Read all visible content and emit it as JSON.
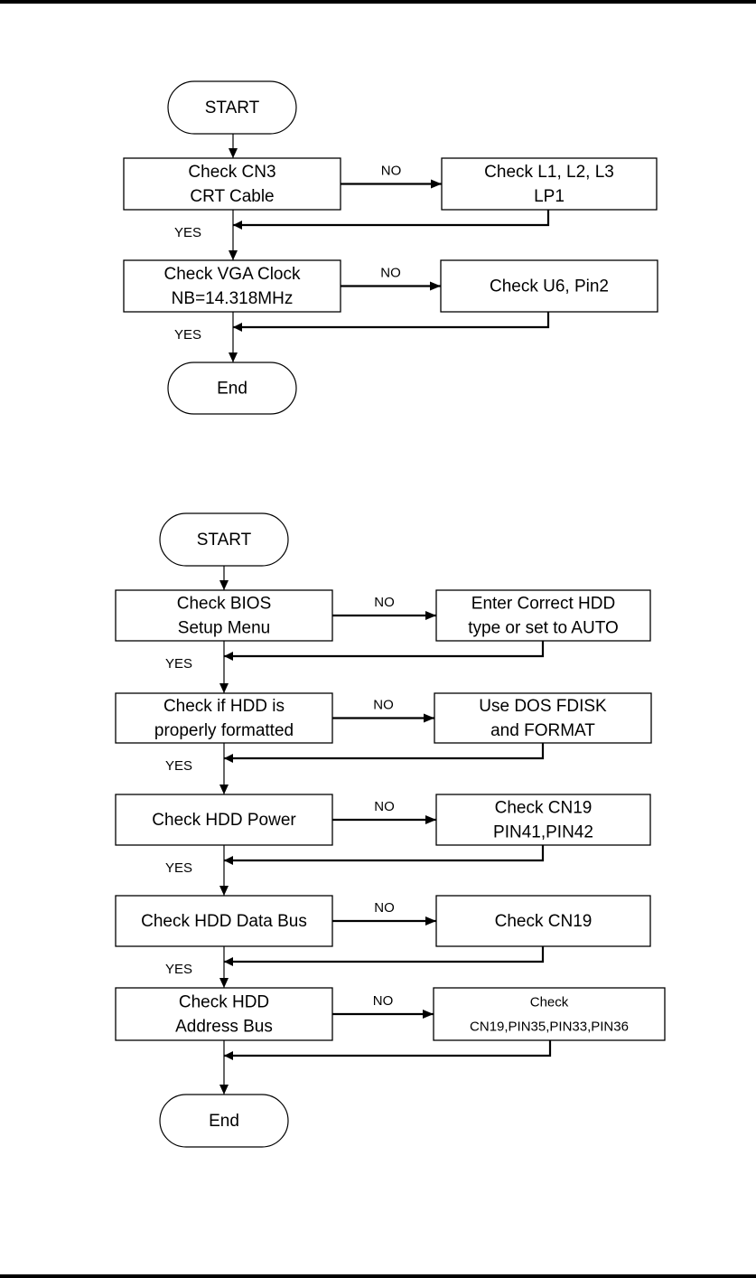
{
  "flowcharts": [
    {
      "start_label": "START",
      "end_label": "End",
      "yes_label": "YES",
      "no_label": "NO",
      "steps": [
        {
          "check": [
            "Check CN3",
            "CRT Cable"
          ],
          "action": [
            "Check L1, L2, L3",
            "LP1"
          ]
        },
        {
          "check": [
            "Check VGA Clock",
            "NB=14.318MHz"
          ],
          "action": [
            "Check U6, Pin2"
          ]
        }
      ]
    },
    {
      "start_label": "START",
      "end_label": "End",
      "yes_label": "YES",
      "no_label": "NO",
      "steps": [
        {
          "check": [
            "Check BIOS",
            "Setup Menu"
          ],
          "action": [
            "Enter Correct HDD",
            "type or set to AUTO"
          ]
        },
        {
          "check": [
            "Check if HDD is",
            "properly formatted"
          ],
          "action": [
            "Use DOS FDISK",
            "and FORMAT"
          ]
        },
        {
          "check": [
            "Check HDD Power"
          ],
          "action": [
            "Check CN19",
            "PIN41,PIN42"
          ]
        },
        {
          "check": [
            "Check HDD Data Bus"
          ],
          "action": [
            "Check CN19"
          ]
        },
        {
          "check": [
            "Check HDD",
            "Address Bus"
          ],
          "action": [
            "Check",
            "CN19,PIN35,PIN33,PIN36"
          ]
        }
      ]
    }
  ]
}
